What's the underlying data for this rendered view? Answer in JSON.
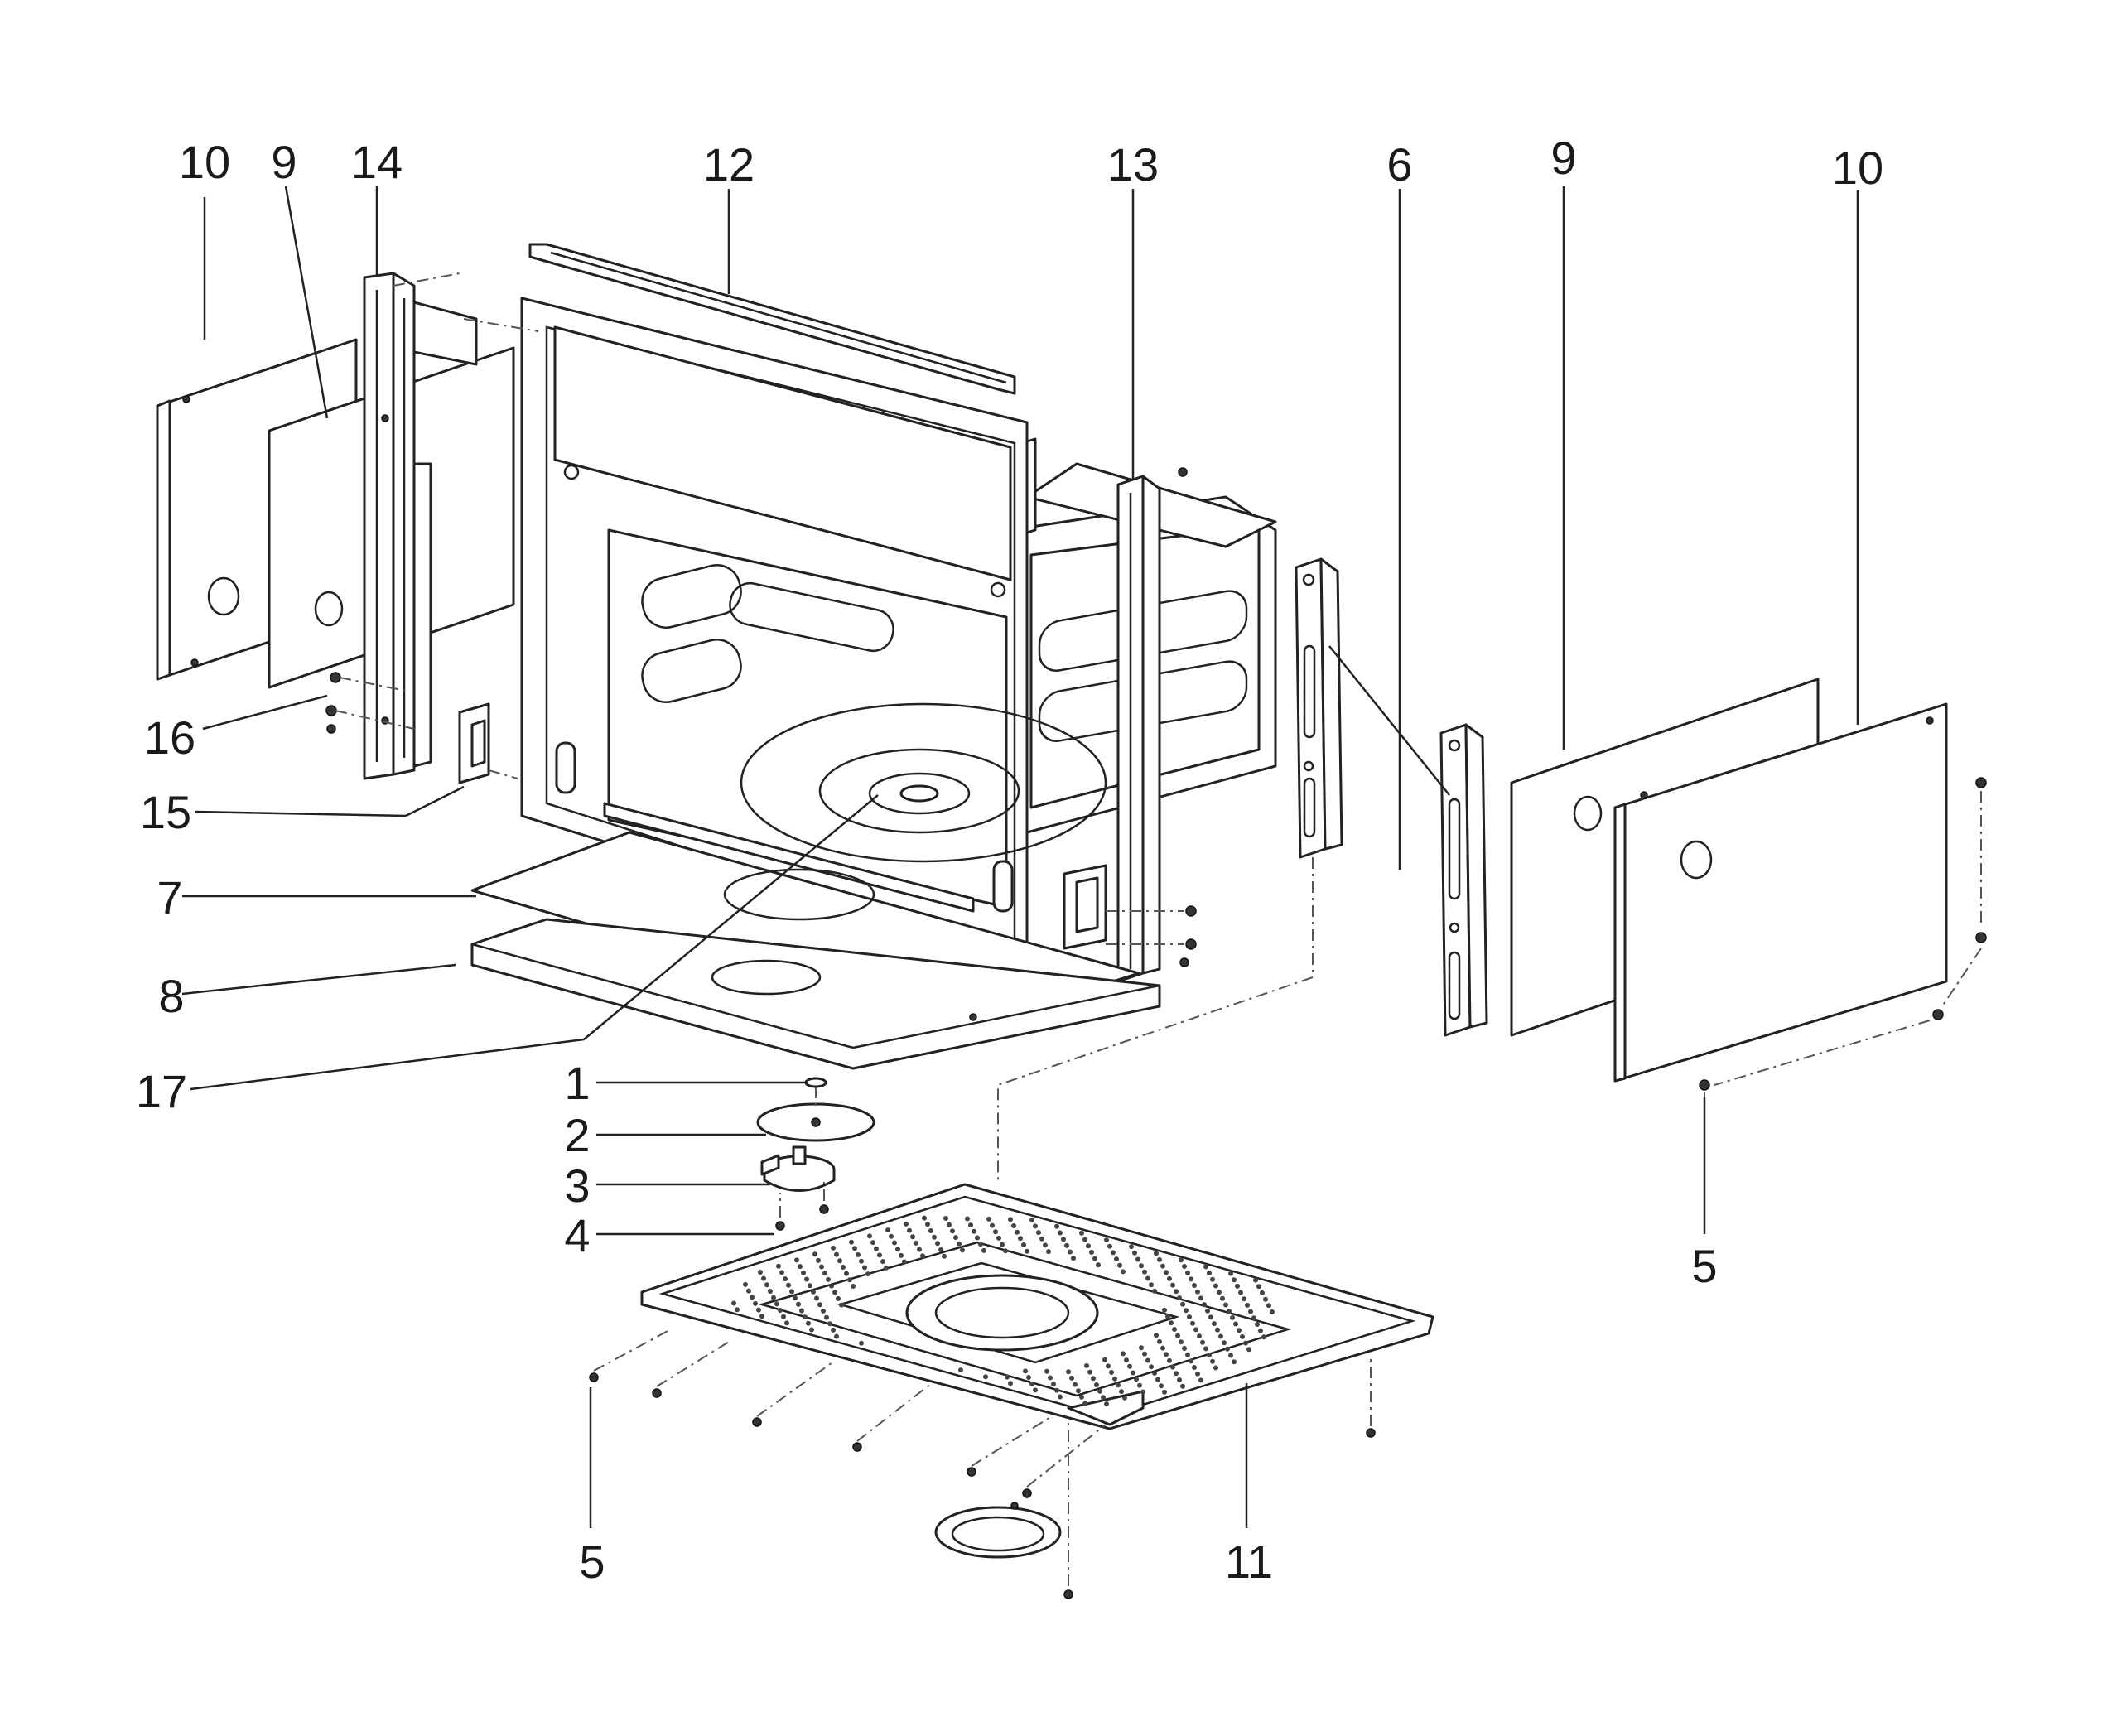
{
  "callouts": [
    "1",
    "2",
    "3",
    "4",
    "5",
    "6",
    "7",
    "8",
    "9",
    "10",
    "11",
    "12",
    "13",
    "14",
    "15",
    "16",
    "17"
  ],
  "labels": {
    "c10_left": "10",
    "c9_left": "9",
    "c14": "14",
    "c12": "12",
    "c13": "13",
    "c6": "6",
    "c9_right": "9",
    "c10_right": "10",
    "c16": "16",
    "c15": "15",
    "c7": "7",
    "c8": "8",
    "c17": "17",
    "c1": "1",
    "c2": "2",
    "c3": "3",
    "c4": "4",
    "c5_right": "5",
    "c5_bottom": "5",
    "c11": "11"
  }
}
